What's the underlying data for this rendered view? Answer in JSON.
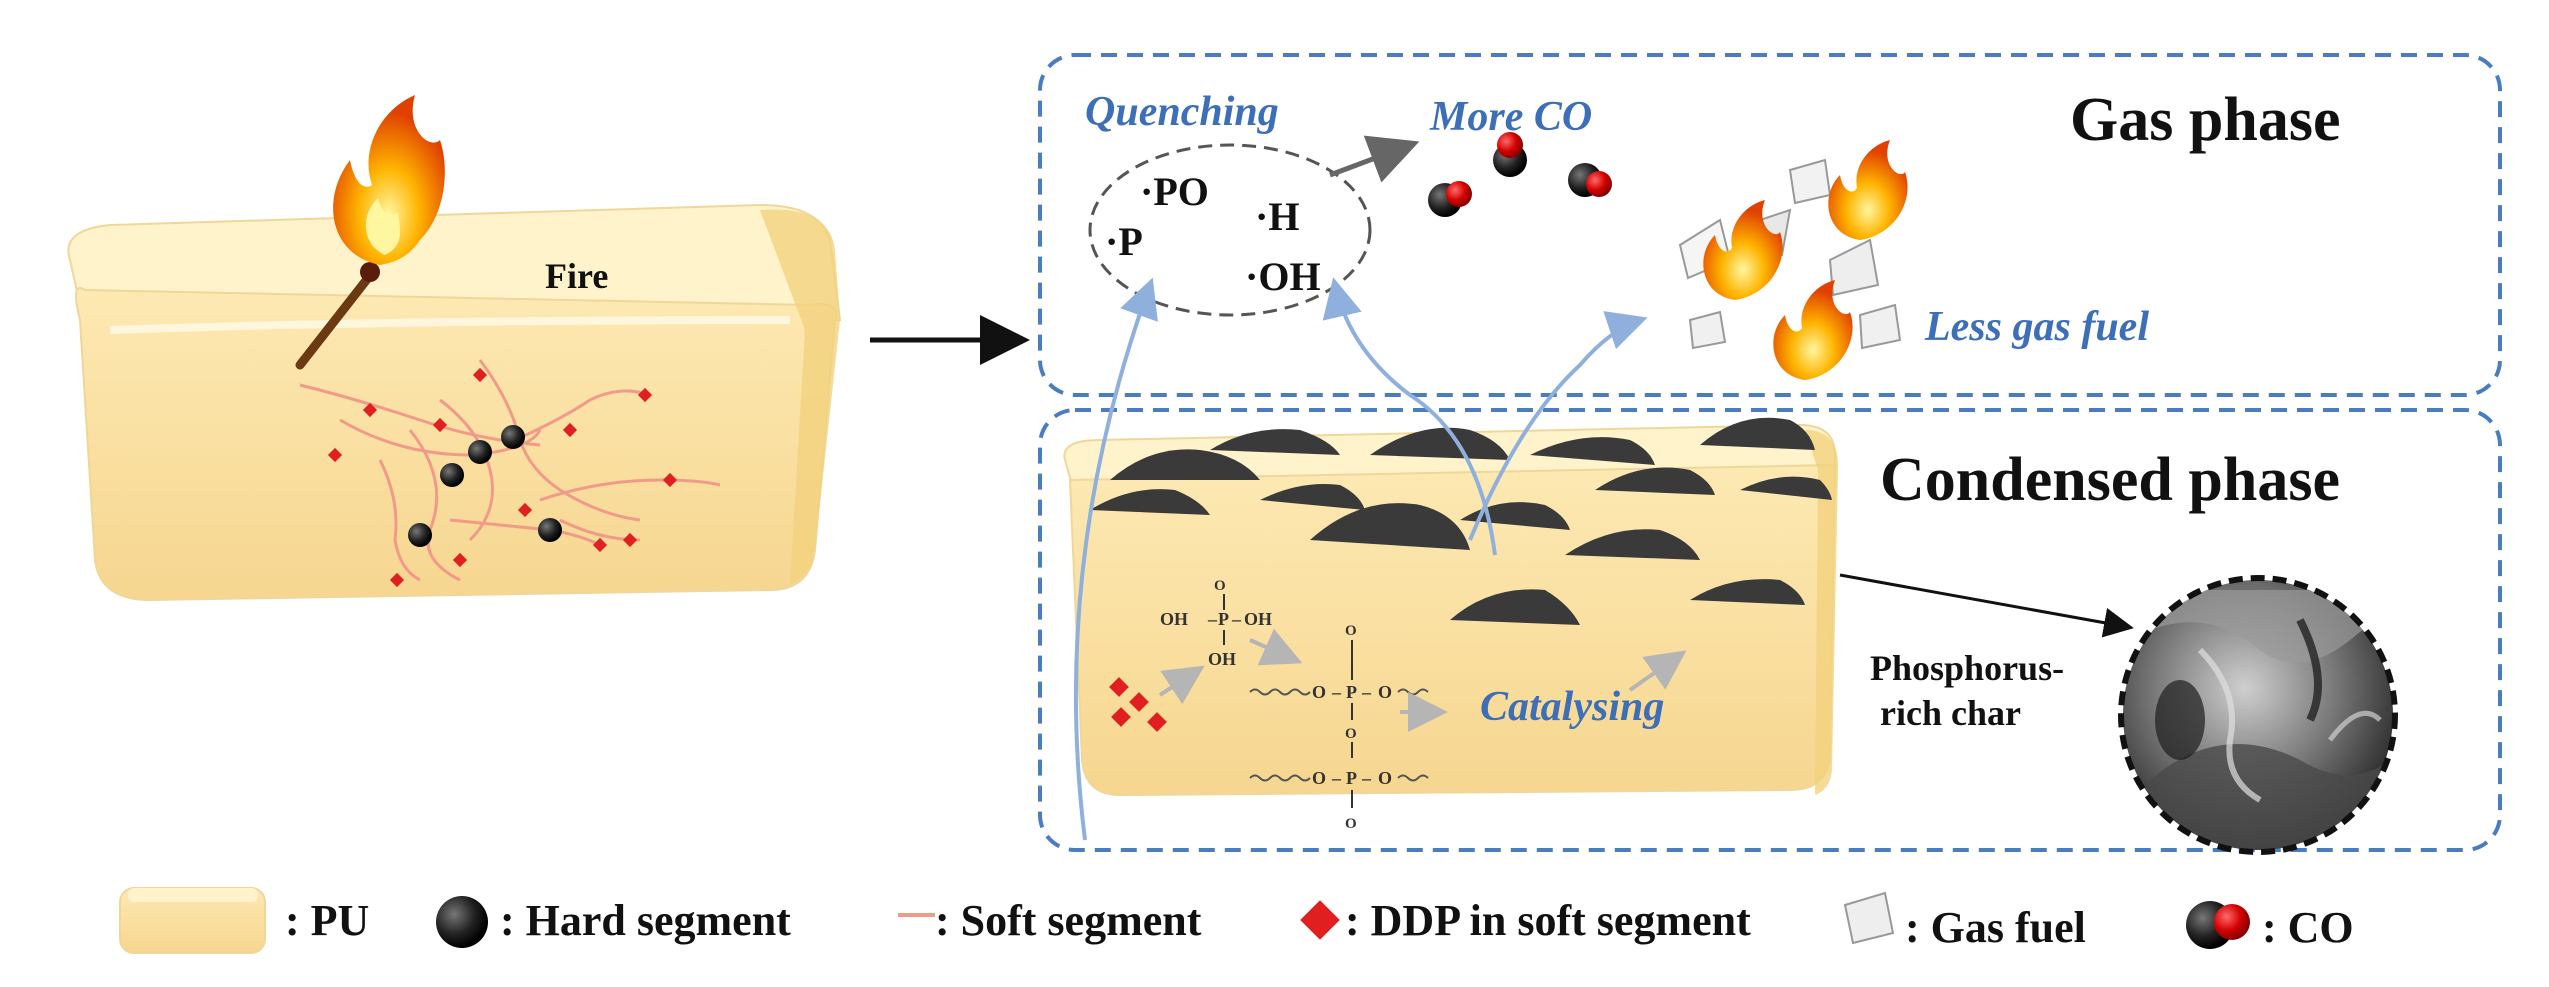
{
  "colors": {
    "foam_front": "#fbe4a6",
    "foam_top": "#fff3cc",
    "foam_side": "#f2d27e",
    "panel_border": "#4a7cc0",
    "label_blue": "#3d6fb8",
    "char": "#3a3a3a",
    "soft_segment": "#f29a8a",
    "ddp": "#e02020",
    "hard_segment": "#111111"
  },
  "left": {
    "fire_label": "Fire"
  },
  "gas_panel": {
    "title": "Gas phase",
    "quenching_label": "Quenching",
    "more_co_label": "More CO",
    "less_fuel_label": "Less gas fuel",
    "radicals": [
      "·PO",
      "·P",
      "·H",
      "·OH"
    ]
  },
  "condensed_panel": {
    "title": "Condensed phase",
    "catalysing_label": "Catalysing",
    "char_label_line1": "Phosphorus-",
    "char_label_line2": "rich char",
    "chem": {
      "oh_left": "OH",
      "oh_right": "OH",
      "oh_bottom": "OH",
      "p": "P",
      "o": "O"
    }
  },
  "legend": {
    "items": [
      {
        "icon": "pu-block-icon",
        "label": ": PU"
      },
      {
        "icon": "hard-segment-icon",
        "label": ": Hard segment"
      },
      {
        "icon": "soft-segment-icon",
        "label": ": Soft segment"
      },
      {
        "icon": "ddp-icon",
        "label": ": DDP in soft segment"
      },
      {
        "icon": "gas-fuel-icon",
        "label": ": Gas fuel"
      },
      {
        "icon": "co-molecule-icon",
        "label": ": CO"
      }
    ]
  }
}
